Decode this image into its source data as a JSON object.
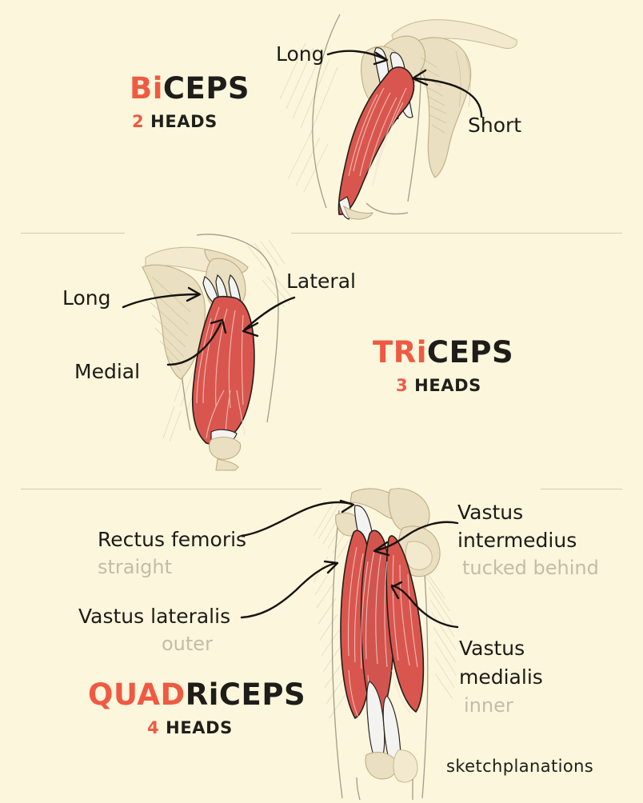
{
  "page": {
    "background_color": "#fbf6dc",
    "accent_color": "#ef5a42",
    "ink_color": "#1d1b17",
    "muted_color": "#c3bda6",
    "signature": "sketchplanations"
  },
  "sections": [
    {
      "id": "biceps",
      "title_accent": "Bi",
      "title_rest": "CEPS",
      "heads_count": "2",
      "heads_word": "HEADS",
      "labels": [
        {
          "name": "long-head",
          "text": "Long"
        },
        {
          "name": "short-head",
          "text": "Short"
        }
      ]
    },
    {
      "id": "triceps",
      "title_accent": "TRi",
      "title_rest": "CEPS",
      "heads_count": "3",
      "heads_word": "HEADS",
      "labels": [
        {
          "name": "long-head",
          "text": "Long"
        },
        {
          "name": "lateral-head",
          "text": "Lateral"
        },
        {
          "name": "medial-head",
          "text": "Medial"
        }
      ]
    },
    {
      "id": "quadriceps",
      "title_accent": "QUAD",
      "title_rest": "RiCEPS",
      "heads_count": "4",
      "heads_word": "HEADS",
      "labels": [
        {
          "name": "rectus-femoris",
          "text": "Rectus femoris",
          "note": "straight"
        },
        {
          "name": "vastus-lateralis",
          "text": "Vastus lateralis",
          "note": "outer"
        },
        {
          "name": "vastus-intermedius",
          "text_line1": "Vastus",
          "text_line2": "intermedius",
          "note": "tucked behind"
        },
        {
          "name": "vastus-medialis",
          "text_line1": "Vastus",
          "text_line2": "medialis",
          "note": "inner"
        }
      ]
    }
  ],
  "biceps": {
    "title_accent": "Bi",
    "title_rest": "CEPS",
    "heads_count": "2",
    "heads_word": "HEADS",
    "label_long": "Long",
    "label_short": "Short"
  },
  "triceps": {
    "title_accent": "TRi",
    "title_rest": "CEPS",
    "heads_count": "3",
    "heads_word": "HEADS",
    "label_long": "Long",
    "label_lateral": "Lateral",
    "label_medial": "Medial"
  },
  "quadriceps": {
    "title_accent": "QUAD",
    "title_rest": "RiCEPS",
    "heads_count": "4",
    "heads_word": "HEADS",
    "label_rectus_femoris": "Rectus femoris",
    "note_rectus_femoris": "straight",
    "label_vastus_lateralis": "Vastus lateralis",
    "note_vastus_lateralis": "outer",
    "label_vastus_intermedius_1": "Vastus",
    "label_vastus_intermedius_2": "intermedius",
    "note_vastus_intermedius": "tucked behind",
    "label_vastus_medialis_1": "Vastus",
    "label_vastus_medialis_2": "medialis",
    "note_vastus_medialis": "inner"
  }
}
